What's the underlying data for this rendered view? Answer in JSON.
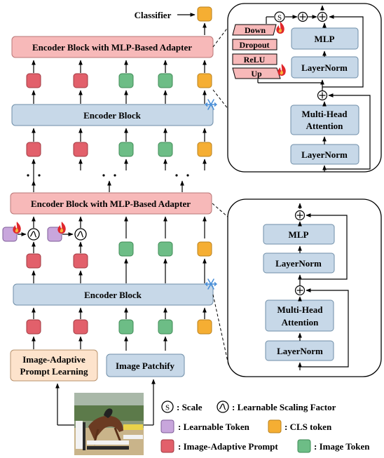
{
  "classifier_label": "Classifier",
  "blocks": {
    "adapter_top": "Encoder Block with MLP-Based Adapter",
    "encoder_mid": "Encoder Block",
    "adapter_bottom": "Encoder Block with MLP-Based Adapter",
    "encoder_bottom": "Encoder Block",
    "prompt_learning_line1": "Image-Adaptive",
    "prompt_learning_line2": "Prompt Learning",
    "image_patchify": "Image Patchify"
  },
  "adapter_detail": {
    "down": "Down",
    "dropout": "Dropout",
    "relu": "ReLU",
    "up": "Up",
    "scale_symbol": "S",
    "mlp": "MLP",
    "layernorm_top": "LayerNorm",
    "mha_line1": "Multi-Head",
    "mha_line2": "Attention",
    "layernorm_bottom": "LayerNorm"
  },
  "encoder_detail": {
    "mlp": "MLP",
    "layernorm_top": "LayerNorm",
    "mha_line1": "Multi-Head",
    "mha_line2": "Attention",
    "layernorm_bottom": "LayerNorm"
  },
  "legend": {
    "scale_symbol": "S",
    "scale": ": Scale",
    "learnable_scaling_factor": ": Learnable Scaling Factor",
    "learnable_token": ": Learnable Token",
    "cls_token": ": CLS token",
    "image_adaptive_prompt": ": Image-Adaptive Prompt",
    "image_token": ": Image Token"
  },
  "colors": {
    "prompt_token": "#e2606b",
    "image_token": "#6dbd86",
    "cls_token": "#f5ae33",
    "learnable_token": "#c8a6dc",
    "encoder_block": "#c7d8e8",
    "adapter_block": "#f7b9b9",
    "prompt_learning": "#fde3cc",
    "frozen": "#5a97d9",
    "fire": "#e0262b"
  }
}
